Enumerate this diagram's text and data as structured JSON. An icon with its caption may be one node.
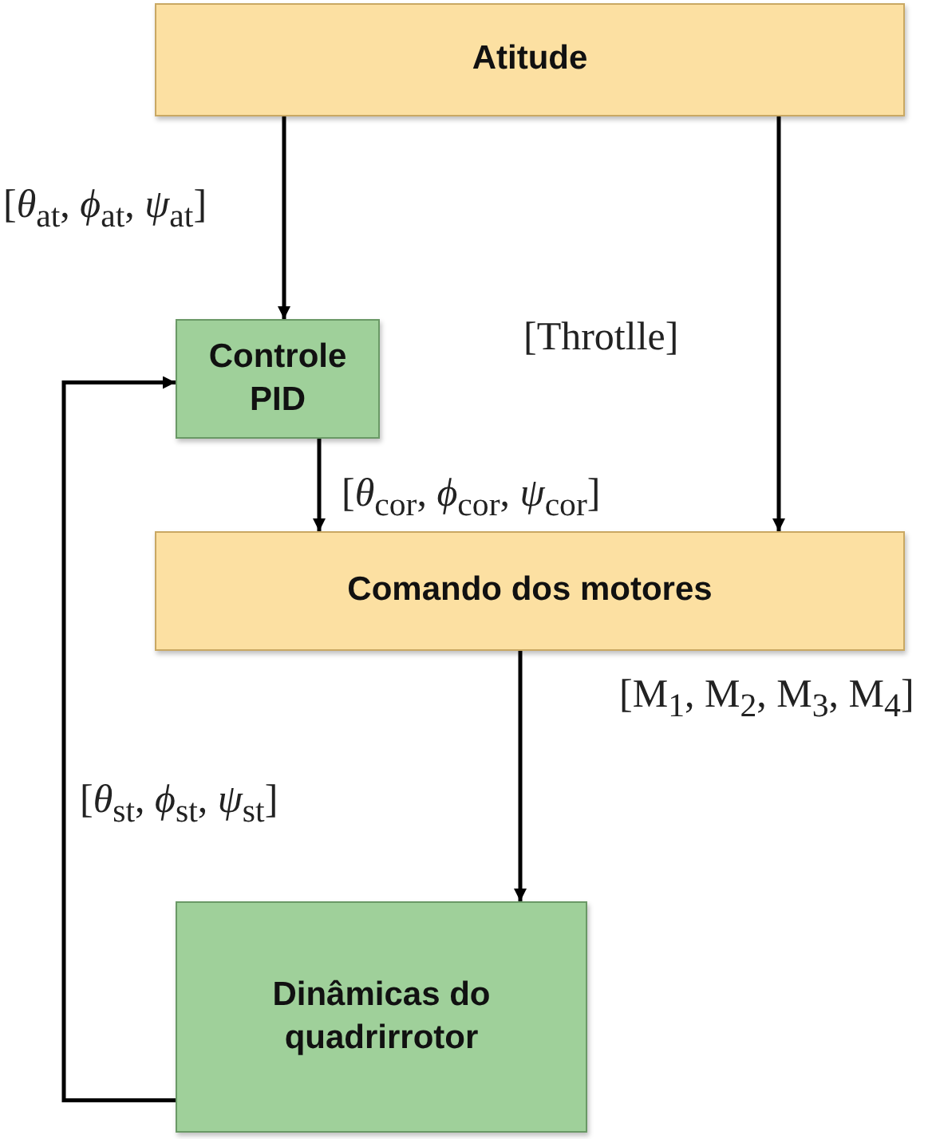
{
  "diagram": {
    "nodes": [
      {
        "text": [
          "Atitude"
        ]
      },
      {
        "text": [
          "Controle PID"
        ]
      },
      {
        "text": [
          "Comando dos motores"
        ]
      },
      {
        "text": [
          "Dinâmicas do quadrirrotor"
        ]
      }
    ],
    "edges": [
      {
        "from": 0,
        "to": 1,
        "arrow": "to",
        "label": "[*θ*$_{at}$, *ϕ*$_{at}$, *ψ*$_{at}$]"
      },
      {
        "from": 0,
        "to": 2,
        "arrow": "to",
        "label": "[Throtlle]"
      },
      {
        "from": 1,
        "to": 2,
        "arrow": "to",
        "label": "[*θ*$_{cor}$, *ϕ*$_{cor}$, *ψ*$_{cor}$]"
      },
      {
        "from": 2,
        "to": 3,
        "arrow": "to",
        "label": "[M$_{1}$, M$_{2}$, M$_{3}$, M$_{4}$]"
      },
      {
        "from": 3,
        "to": 1,
        "arrow": "to",
        "label": "[*θ*$_{st}$, *ϕ*$_{st}$, *ψ*$_{st}$]"
      }
    ]
  }
}
